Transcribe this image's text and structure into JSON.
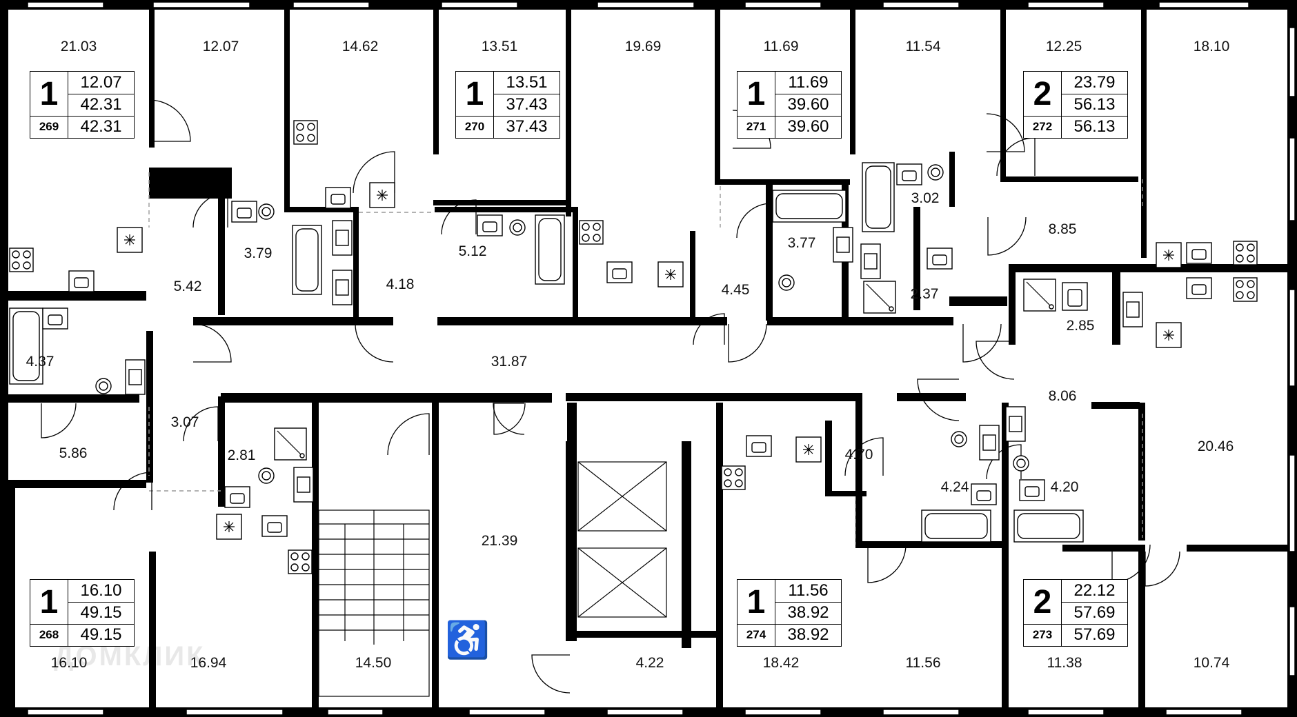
{
  "areas": {
    "a01": "21.03",
    "a02": "12.07",
    "a03": "14.62",
    "a04": "13.51",
    "a05": "19.69",
    "a06": "11.69",
    "a07": "11.54",
    "a08": "12.25",
    "a09": "18.10",
    "a10": "3.79",
    "a11": "5.42",
    "a12": "4.18",
    "a13": "5.12",
    "a14": "4.45",
    "a15": "3.77",
    "a16": "3.02",
    "a17": "8.85",
    "a18": "2.37",
    "a19": "2.85",
    "a20": "4.37",
    "a21": "31.87",
    "a22": "8.06",
    "a23": "3.07",
    "a24": "5.86",
    "a25": "2.81",
    "a26": "4.70",
    "a27": "4.24",
    "a28": "4.20",
    "a29": "20.46",
    "a30": "21.39",
    "a31": "16.10",
    "a32": "16.94",
    "a33": "14.50",
    "a34": "4.22",
    "a35": "18.42",
    "a36": "11.56",
    "a37": "11.38",
    "a38": "10.74"
  },
  "apartments": [
    {
      "number": "269",
      "rooms": "1",
      "living": "12.07",
      "total": "42.31",
      "total2": "42.31"
    },
    {
      "number": "270",
      "rooms": "1",
      "living": "13.51",
      "total": "37.43",
      "total2": "37.43"
    },
    {
      "number": "271",
      "rooms": "1",
      "living": "11.69",
      "total": "39.60",
      "total2": "39.60"
    },
    {
      "number": "272",
      "rooms": "2",
      "living": "23.79",
      "total": "56.13",
      "total2": "56.13"
    },
    {
      "number": "268",
      "rooms": "1",
      "living": "16.10",
      "total": "49.15",
      "total2": "49.15"
    },
    {
      "number": "274",
      "rooms": "1",
      "living": "11.56",
      "total": "38.92",
      "total2": "38.92"
    },
    {
      "number": "273",
      "rooms": "2",
      "living": "22.12",
      "total": "57.69",
      "total2": "57.69"
    }
  ],
  "watermark": "ДОМКЛИК",
  "icons": {
    "wheelchair": "wheelchair-icon",
    "stove": "stove-icon",
    "sink": "sink-icon",
    "bathtub": "bathtub-icon",
    "toilet": "toilet-icon",
    "shower": "shower-icon",
    "washer": "washing-machine-icon",
    "vent": "ventilation-icon"
  }
}
